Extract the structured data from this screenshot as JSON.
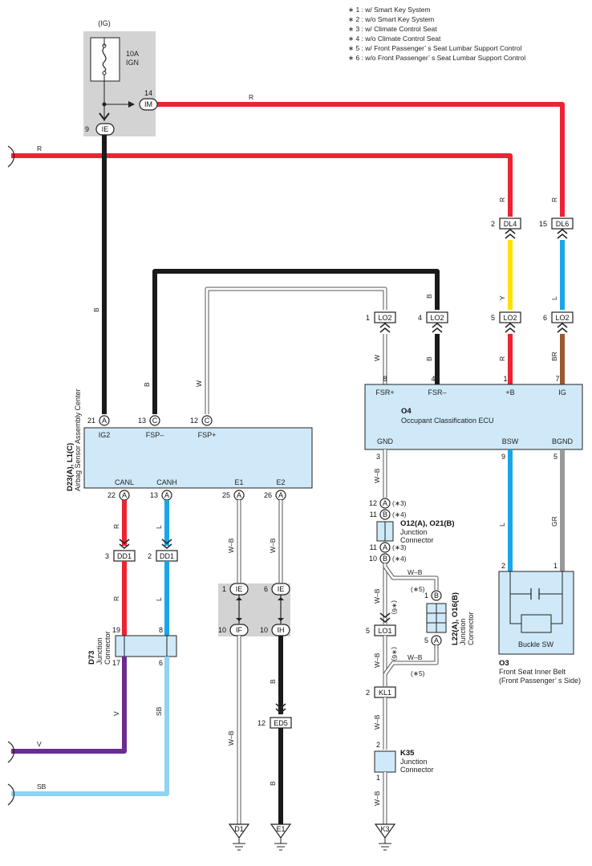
{
  "legend": [
    "∗ 1 : w/ Smart Key System",
    "∗ 2 : w/o Smart Key System",
    "∗ 3 : w/ Climate Control Seat",
    "∗ 4 : w/o Climate Control Seat",
    "∗ 5 : w/ Front Passenger’ s Seat Lumbar Support Control",
    "∗ 6 : w/o Front Passenger’ s Seat Lumbar Support Control"
  ],
  "fuse": {
    "supply": "(IG)",
    "rating": "10A",
    "name": "IGN"
  },
  "colors": {
    "R": "#ee2233",
    "B": "#1a1a1a",
    "W": "#ffffff",
    "Y": "#ffe000",
    "L": "#1aa6e6",
    "BR": "#9a5a2e",
    "GR": "#999999",
    "V": "#6b2c91",
    "SB": "#8fd3f5",
    "box": "#cfe9f8",
    "shade": "#d3d3d3"
  },
  "connectors": {
    "im": {
      "pin": "14",
      "code": "IM"
    },
    "ie_top": {
      "pin": "9",
      "code": "IE"
    },
    "dl4": {
      "pin": "2",
      "code": "DL4"
    },
    "dl6": {
      "pin": "15",
      "code": "DL6"
    },
    "lo2_1": {
      "pin": "1",
      "code": "LO2"
    },
    "lo2_4": {
      "pin": "4",
      "code": "LO2"
    },
    "lo2_5": {
      "pin": "5",
      "code": "LO2"
    },
    "lo2_6": {
      "pin": "6",
      "code": "LO2"
    },
    "dd1_3": {
      "pin": "3",
      "code": "DD1"
    },
    "dd1_2": {
      "pin": "2",
      "code": "DD1"
    },
    "ie_1": {
      "pin": "1",
      "code": "IE"
    },
    "ie_6": {
      "pin": "6",
      "code": "IE"
    },
    "if_10": {
      "pin": "10",
      "code": "IF"
    },
    "ih_10": {
      "pin": "10",
      "code": "IH"
    },
    "ed5": {
      "pin": "12",
      "code": "ED5"
    },
    "lo1": {
      "pin": "5",
      "code": "LO1"
    },
    "kl1": {
      "pin": "2",
      "code": "KL1"
    }
  },
  "wire_labels": {
    "r_top": "R",
    "r_left": "R",
    "b_main": "B",
    "b_fsm": "B",
    "w_fsp": "W",
    "r_dl4": "R",
    "r_dl6": "R",
    "b_lo2": "B",
    "y": "Y",
    "l_dl6": "L",
    "w_fsr": "W",
    "b_fsr": "B",
    "r_plusb": "R",
    "br_ig": "BR",
    "r_canl": "R",
    "l_canh": "L",
    "r_canl2": "R",
    "l_canh2": "L",
    "wb_e1": "W–B",
    "wb_e2": "W–B",
    "wb_d1": "W–B",
    "b_e1": "B",
    "b_e1b": "B",
    "wb_gnd": "W–B",
    "wb_gnd2": "W–B",
    "wb_gnd3": "W–B",
    "wb_kl1": "W–B",
    "wb_k3": "W–B",
    "wb_j1": "W–B",
    "wb_j2": "W–B",
    "l_bsw": "L",
    "gr_bgnd": "GR",
    "v": "V",
    "sb": "SB",
    "v_left": "V",
    "sb_left": "SB"
  },
  "option_marks": {
    "s5a": "(∗5)",
    "s6a": "(∗6)",
    "s6b": "(∗6)",
    "s5b": "(∗5)"
  },
  "airbag": {
    "code": "D23(A), L1(C)",
    "name": "Airbag Sensor Assembly Center",
    "terminals": {
      "ig2": {
        "label": "IG2",
        "pin": "21",
        "circle": "A"
      },
      "fsm": {
        "label": "FSP–",
        "pin": "13",
        "circle": "C"
      },
      "fsp": {
        "label": "FSP+",
        "pin": "12",
        "circle": "C"
      },
      "canl": {
        "label": "CANL",
        "pin": "22",
        "circle": "A"
      },
      "canh": {
        "label": "CANH",
        "pin": "13",
        "circle": "A"
      },
      "e1": {
        "label": "E1",
        "pin": "25",
        "circle": "A"
      },
      "e2": {
        "label": "E2",
        "pin": "26",
        "circle": "A"
      }
    }
  },
  "ecu": {
    "code": "O4",
    "name": "Occupant Classification ECU",
    "terminals": {
      "fsrp": {
        "label": "FSR+",
        "pin": "8"
      },
      "fsrm": {
        "label": "FSR–",
        "pin": "4"
      },
      "plusb": {
        "label": "+B",
        "pin": "1"
      },
      "ig": {
        "label": "IG",
        "pin": "7"
      },
      "gnd": {
        "label": "GND",
        "pin": "3"
      },
      "bsw": {
        "label": "BSW",
        "pin": "9"
      },
      "bgnd": {
        "label": "BGND",
        "pin": "5"
      }
    }
  },
  "d73": {
    "code": "D73",
    "name1": "Junction",
    "name2": "Connector",
    "pins": [
      "19",
      "8",
      "17",
      "6"
    ]
  },
  "o12": {
    "code": "O12(A), O21(B)",
    "name1": "Junction",
    "name2": "Connector",
    "pins": [
      {
        "pin": "12",
        "circle": "A",
        "note": "(∗3)"
      },
      {
        "pin": "11",
        "circle": "B",
        "note": "(∗4)"
      },
      {
        "pin": "11",
        "circle": "A",
        "note": "(∗3)"
      },
      {
        "pin": "10",
        "circle": "B",
        "note": "(∗4)"
      }
    ]
  },
  "l22": {
    "code": "L22(A), O16(B)",
    "name1": "Junction",
    "name2": "Connector",
    "pin_b": "1",
    "circle_b": "B",
    "pin_a": "5",
    "circle_a": "A"
  },
  "k35": {
    "code": "K35",
    "name1": "Junction",
    "name2": "Connector",
    "pin_top": "2",
    "pin_bot": "1"
  },
  "o3": {
    "code": "O3",
    "name1": "Front Seat Inner Belt",
    "name2": "(Front Passenger’ s Side)",
    "inner": "Buckle SW",
    "pin_l": "2",
    "pin_r": "1"
  },
  "grounds": {
    "d1": "D1",
    "e1": "E1",
    "k3": "K3"
  }
}
